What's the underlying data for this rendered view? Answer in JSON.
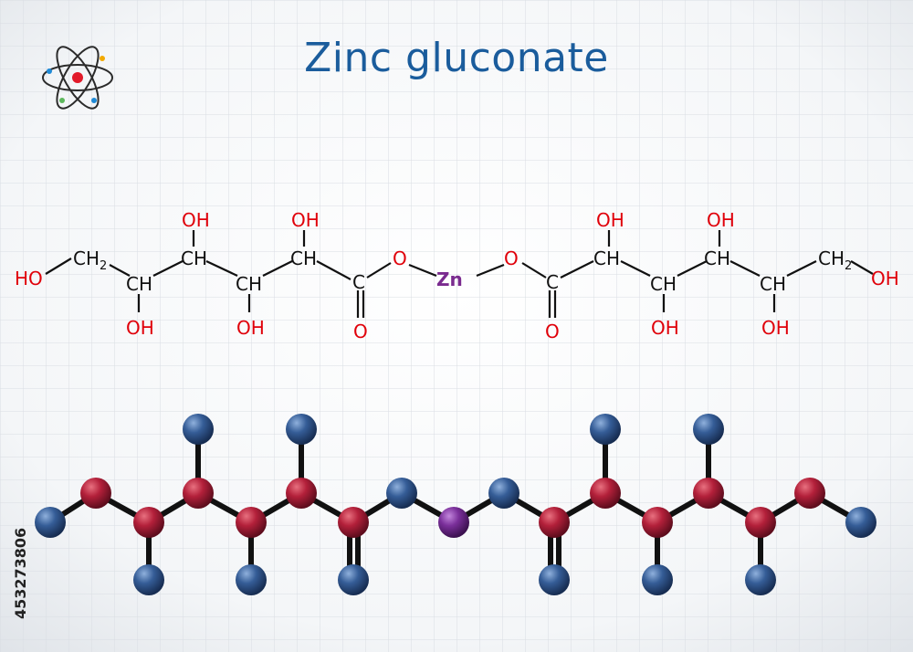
{
  "title": "Zinc gluconate",
  "side_id": "453273806",
  "colors": {
    "title": "#1a5c9c",
    "carbon_label": "#111111",
    "oxygen_label": "#e0000a",
    "zinc_label": "#7a2b8f",
    "carbon_ball": "#a01d36",
    "oxygen_ball": "#2d5086",
    "zinc_ball": "#6e2c8c",
    "grid": "#d9dde3"
  },
  "structure": {
    "labels": [
      {
        "id": "ho_left",
        "text": "HO",
        "kind": "o_left"
      },
      {
        "id": "ch2_left",
        "text": "CH",
        "sub": "2",
        "kind": "c"
      },
      {
        "id": "ch_1",
        "text": "CH",
        "kind": "c"
      },
      {
        "id": "ch_2",
        "text": "CH",
        "kind": "c"
      },
      {
        "id": "ch_3",
        "text": "CH",
        "kind": "c"
      },
      {
        "id": "ch_4",
        "text": "CH",
        "kind": "c"
      },
      {
        "id": "c_left",
        "text": "C",
        "kind": "c"
      },
      {
        "id": "o_left_ester",
        "text": "O",
        "kind": "o"
      },
      {
        "id": "zn",
        "text": "Zn",
        "kind": "zn"
      },
      {
        "id": "o_right_ester",
        "text": "O",
        "kind": "o"
      },
      {
        "id": "c_right",
        "text": "C",
        "kind": "c"
      },
      {
        "id": "ch_5",
        "text": "CH",
        "kind": "c"
      },
      {
        "id": "ch_6",
        "text": "CH",
        "kind": "c"
      },
      {
        "id": "ch_7",
        "text": "CH",
        "kind": "c"
      },
      {
        "id": "ch_8",
        "text": "CH",
        "kind": "c"
      },
      {
        "id": "ch2_right",
        "text": "CH",
        "sub": "2",
        "kind": "c"
      },
      {
        "id": "oh_right",
        "text": "OH",
        "kind": "o_right"
      },
      {
        "id": "oh_1",
        "text": "OH",
        "kind": "oh"
      },
      {
        "id": "oh_2",
        "text": "OH",
        "kind": "oh"
      },
      {
        "id": "oh_3",
        "text": "OH",
        "kind": "oh"
      },
      {
        "id": "oh_4",
        "text": "OH",
        "kind": "oh"
      },
      {
        "id": "o_dbl_left",
        "text": "O",
        "kind": "o"
      },
      {
        "id": "o_dbl_right",
        "text": "O",
        "kind": "o"
      },
      {
        "id": "oh_5",
        "text": "OH",
        "kind": "oh"
      },
      {
        "id": "oh_6",
        "text": "OH",
        "kind": "oh"
      },
      {
        "id": "oh_7",
        "text": "OH",
        "kind": "oh"
      },
      {
        "id": "oh_8",
        "text": "OH",
        "kind": "oh"
      }
    ]
  },
  "ball_and_stick": {
    "atoms": [
      {
        "id": "b_o_end_left",
        "element": "O"
      },
      {
        "id": "b_c1",
        "element": "C"
      },
      {
        "id": "b_c2",
        "element": "C"
      },
      {
        "id": "b_c3",
        "element": "C"
      },
      {
        "id": "b_c4",
        "element": "C"
      },
      {
        "id": "b_c5",
        "element": "C"
      },
      {
        "id": "b_c6",
        "element": "C"
      },
      {
        "id": "b_o_ester_left",
        "element": "O"
      },
      {
        "id": "b_zn",
        "element": "Zn"
      },
      {
        "id": "b_o_ester_right",
        "element": "O"
      },
      {
        "id": "b_c7",
        "element": "C"
      },
      {
        "id": "b_c8",
        "element": "C"
      },
      {
        "id": "b_c9",
        "element": "C"
      },
      {
        "id": "b_c10",
        "element": "C"
      },
      {
        "id": "b_c11",
        "element": "C"
      },
      {
        "id": "b_c12",
        "element": "C"
      },
      {
        "id": "b_o_end_right",
        "element": "O"
      },
      {
        "id": "b_o_top_1",
        "element": "O"
      },
      {
        "id": "b_o_top_2",
        "element": "O"
      },
      {
        "id": "b_o_top_3",
        "element": "O"
      },
      {
        "id": "b_o_top_4",
        "element": "O"
      },
      {
        "id": "b_o_bot_1",
        "element": "O"
      },
      {
        "id": "b_o_bot_2",
        "element": "O"
      },
      {
        "id": "b_o_bot_3",
        "element": "O"
      },
      {
        "id": "b_o_bot_4",
        "element": "O"
      },
      {
        "id": "b_o_bot_5",
        "element": "O"
      },
      {
        "id": "b_o_bot_6",
        "element": "O"
      }
    ]
  }
}
